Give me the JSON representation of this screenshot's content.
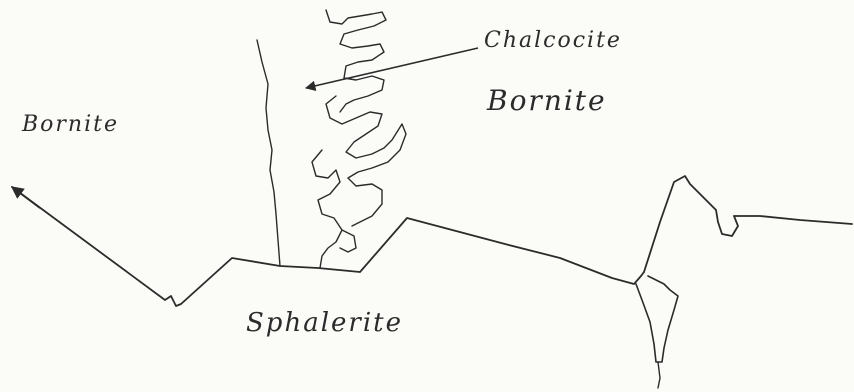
{
  "labels": {
    "chalcocite": "Chalcocite",
    "bornite_right": "Bornite",
    "bornite_left": "Bornite",
    "sphalerite": "Sphalerite"
  },
  "colors": {
    "paper": "#fbfbf8",
    "ink": "#2b2b2b"
  }
}
